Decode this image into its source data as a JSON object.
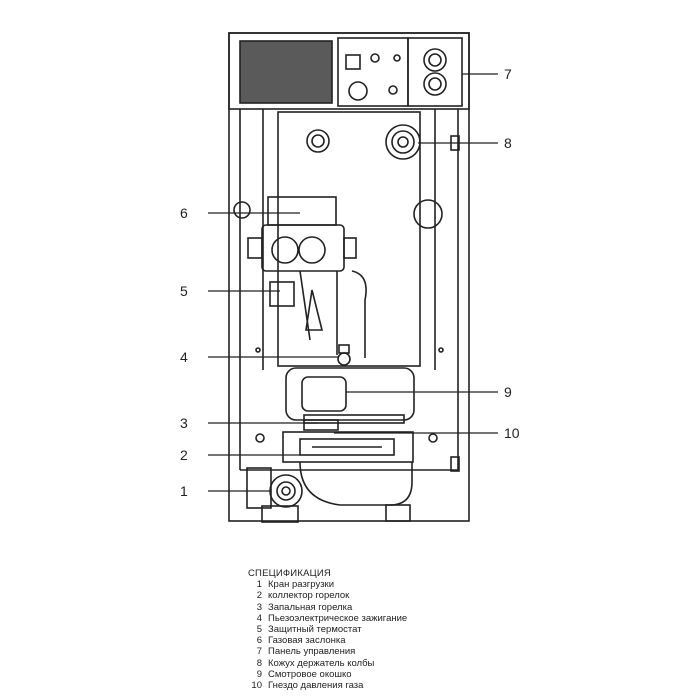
{
  "callouts": [
    {
      "number": "1"
    },
    {
      "number": "2"
    },
    {
      "number": "3"
    },
    {
      "number": "4"
    },
    {
      "number": "5"
    },
    {
      "number": "6"
    },
    {
      "number": "7"
    },
    {
      "number": "8"
    },
    {
      "number": "9"
    },
    {
      "number": "10"
    }
  ],
  "specification": {
    "title": "СПЕЦИФИКАЦИЯ",
    "items": [
      {
        "number": "1",
        "label": "Кран разгрузки"
      },
      {
        "number": "2",
        "label": "коллектор горелок"
      },
      {
        "number": "3",
        "label": "Запальная горелка"
      },
      {
        "number": "4",
        "label": "Пьезоэлектрическое зажигание"
      },
      {
        "number": "5",
        "label": "Защитный термостат"
      },
      {
        "number": "6",
        "label": "Газовая заслонка"
      },
      {
        "number": "7",
        "label": "Панель управления"
      },
      {
        "number": "8",
        "label": "Кожух держатель колбы"
      },
      {
        "number": "9",
        "label": "Смотровое окошко"
      },
      {
        "number": "10",
        "label": "Гнездо давления газа"
      }
    ]
  }
}
